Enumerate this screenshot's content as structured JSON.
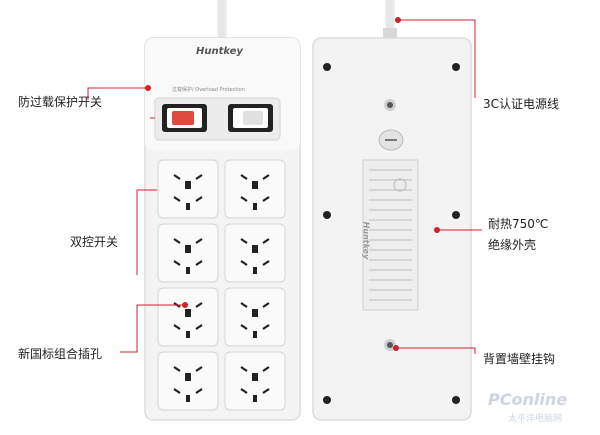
{
  "product": {
    "brand": "Huntkey",
    "overload_label": "过载保护/ Overload Protection",
    "back_brand": "Huntkey"
  },
  "callouts": {
    "overload_switch": "防过载保护开关",
    "dual_switch": "双控开关",
    "sockets": "新国标组合插孔",
    "cable": "3C认证电源线",
    "heat_resistant_line1": "耐热750℃",
    "heat_resistant_line2": "绝缘外壳",
    "wall_mount": "背置墙壁挂钩"
  },
  "watermark": {
    "logo": "PConline",
    "sub": "太平洋电脑网"
  },
  "colors": {
    "callout_dot": "#d0202a",
    "casing": "#f4f4f4",
    "switch_red": "#e04a3c"
  },
  "socket_count": 8
}
